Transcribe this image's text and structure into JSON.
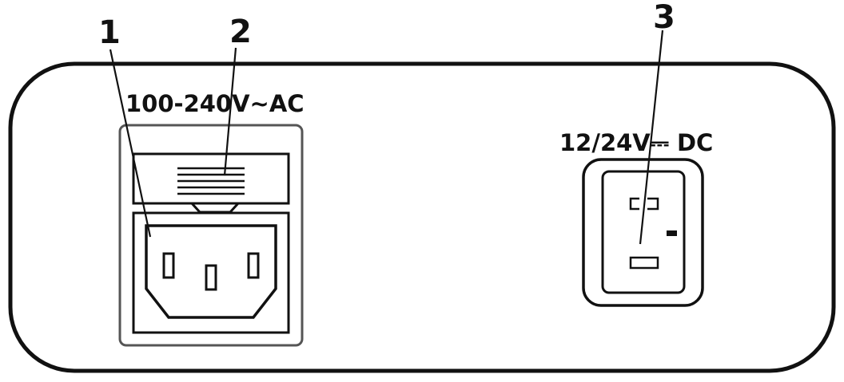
{
  "callouts": {
    "c1": "1",
    "c2": "2",
    "c3": "3"
  },
  "labels": {
    "ac_input": "100-240V~AC",
    "dc_output": "12/24V⎓ DC"
  },
  "colors": {
    "stroke": "#111111",
    "inner_stroke": "#555555",
    "background": "#ffffff"
  }
}
